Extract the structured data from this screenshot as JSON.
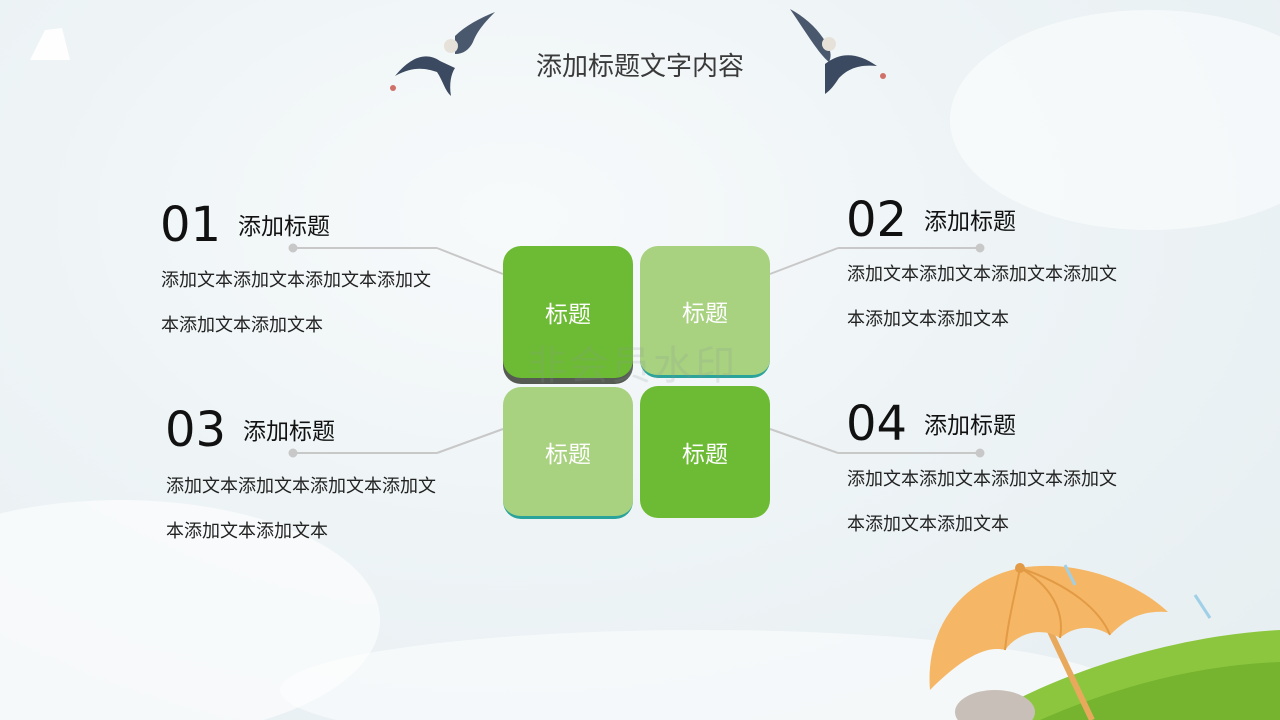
{
  "slide": {
    "title": "添加标题文字内容",
    "watermark": "非会员水印",
    "colors": {
      "tile_dark": "#6dbb34",
      "tile_light": "#a8d180",
      "connector": "#c8c8c8"
    },
    "items": [
      {
        "number": "01",
        "heading": "添加标题",
        "text_line1": "添加文本添加文本添加文本添加文",
        "text_line2": "本添加文本添加文本"
      },
      {
        "number": "02",
        "heading": "添加标题",
        "text_line1": "添加文本添加文本添加文本添加文",
        "text_line2": "本添加文本添加文本"
      },
      {
        "number": "03",
        "heading": "添加标题",
        "text_line1": "添加文本添加文本添加文本添加文",
        "text_line2": "本添加文本添加文本"
      },
      {
        "number": "04",
        "heading": "添加标题",
        "text_line1": "添加文本添加文本添加文本添加文",
        "text_line2": "本添加文本添加文本"
      }
    ],
    "tiles": [
      {
        "label": "标题"
      },
      {
        "label": "标题"
      },
      {
        "label": "标题"
      },
      {
        "label": "标题"
      }
    ]
  }
}
